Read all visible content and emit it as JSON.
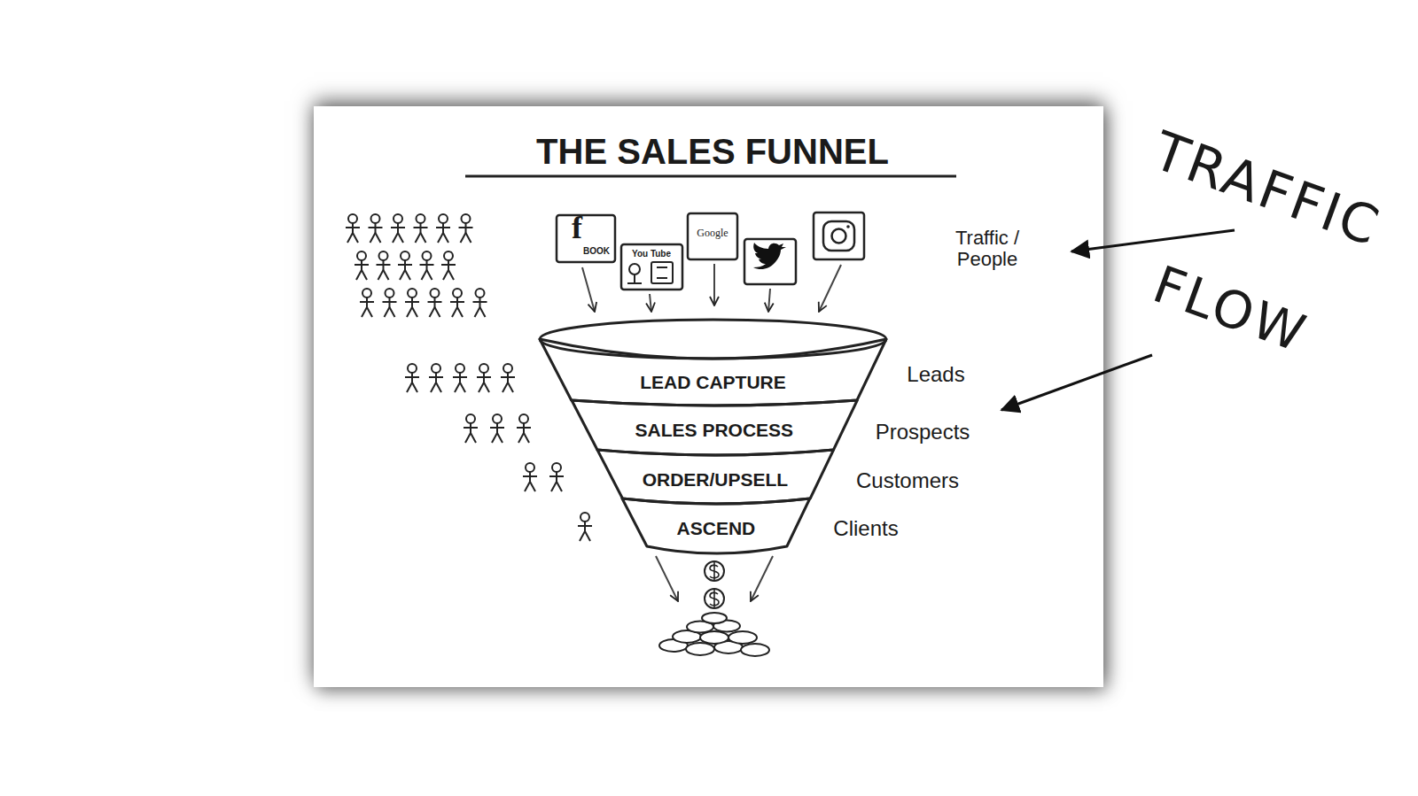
{
  "diagram": {
    "title": "THE SALES FUNNEL",
    "nodes": [
      {
        "text": [
          "LEAD CAPTURE"
        ]
      },
      {
        "text": [
          "SALES PROCESS"
        ]
      },
      {
        "text": [
          "ORDER/UPSELL"
        ]
      },
      {
        "text": [
          "ASCEND"
        ]
      }
    ],
    "labels": [
      "f",
      "BOOK",
      "You Tube",
      "Google",
      "Traffic / People",
      "Leads",
      "Prospects",
      "Customers",
      "Clients",
      "TRAFFIC",
      "FLOW"
    ]
  }
}
